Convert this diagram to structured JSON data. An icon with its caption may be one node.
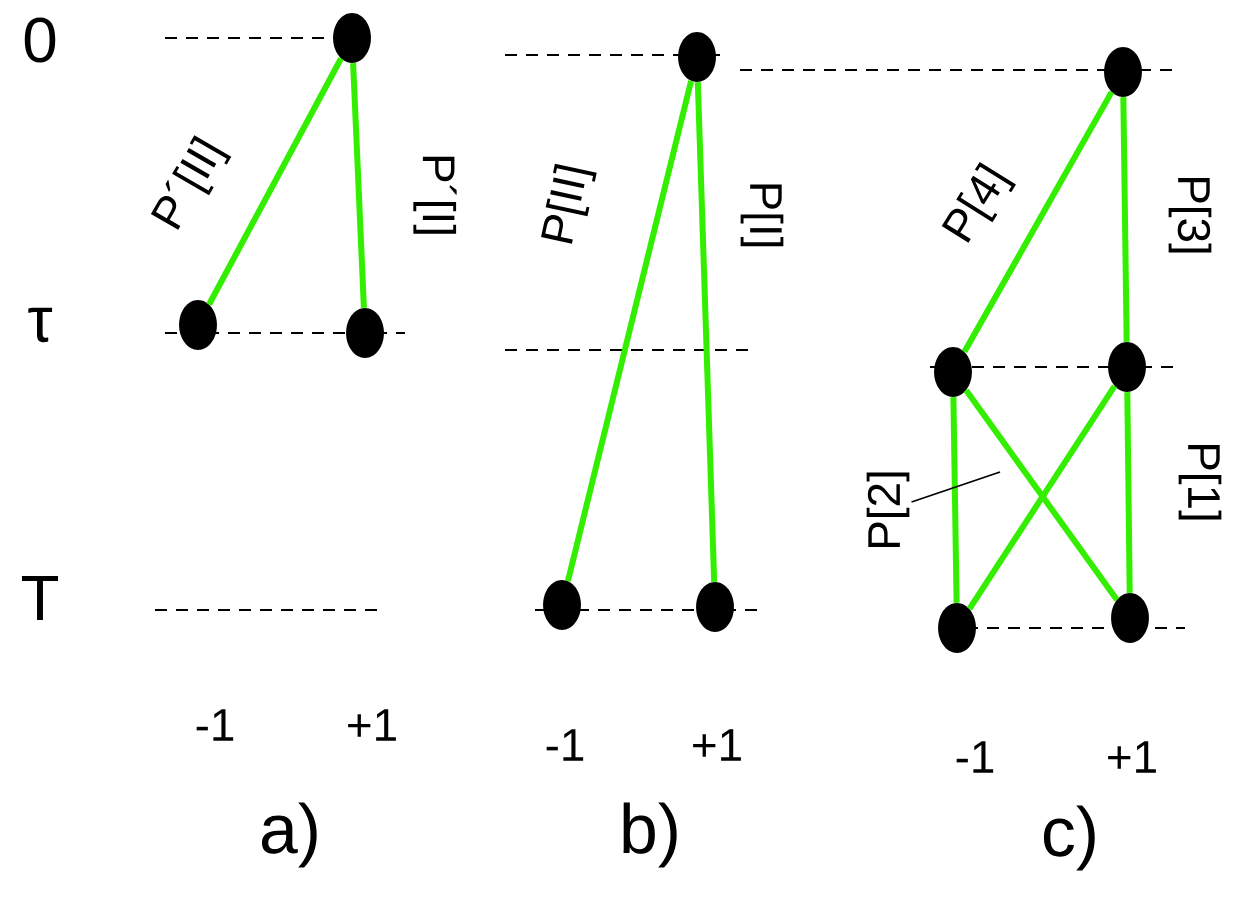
{
  "diagram": {
    "nodes": [
      {
        "text": [],
        "shape": "circle"
      },
      {
        "text": [],
        "shape": "circle"
      },
      {
        "text": [],
        "shape": "circle"
      },
      {
        "text": [],
        "shape": "circle"
      },
      {
        "text": [],
        "shape": "circle"
      },
      {
        "text": [],
        "shape": "circle"
      },
      {
        "text": [],
        "shape": "circle"
      },
      {
        "text": [],
        "shape": "circle"
      },
      {
        "text": [],
        "shape": "circle"
      },
      {
        "text": [],
        "shape": "circle"
      },
      {
        "text": [],
        "shape": "circle"
      },
      {
        "text": [
          "P[2]"
        ]
      }
    ],
    "edges": [
      {
        "from": 0,
        "to": 1,
        "arrow": "none",
        "label": "P´[II]"
      },
      {
        "from": 0,
        "to": 2,
        "arrow": "none",
        "label": "P´[I]"
      },
      {
        "from": 3,
        "to": 4,
        "arrow": "none",
        "label": "P[II]"
      },
      {
        "from": 3,
        "to": 5,
        "arrow": "none",
        "label": "P[I]"
      },
      {
        "from": 6,
        "to": 7,
        "arrow": "none",
        "label": "P[4]"
      },
      {
        "from": 6,
        "to": 8,
        "arrow": "none",
        "label": "P[3]"
      },
      {
        "from": 7,
        "to": 9,
        "arrow": "none"
      },
      {
        "from": 7,
        "to": 10,
        "arrow": "none"
      },
      {
        "from": 8,
        "to": 9,
        "arrow": "none"
      },
      {
        "from": 8,
        "to": 10,
        "arrow": "none",
        "label": "P[1]"
      },
      {
        "from": 11,
        "to": null,
        "arrow": "none",
        "color": "#000000"
      }
    ],
    "labels": [
      "0",
      "τ",
      "T",
      "-1",
      "+1",
      "-1",
      "+1",
      "-1",
      "+1",
      "a)",
      "b)",
      "c)"
    ]
  }
}
